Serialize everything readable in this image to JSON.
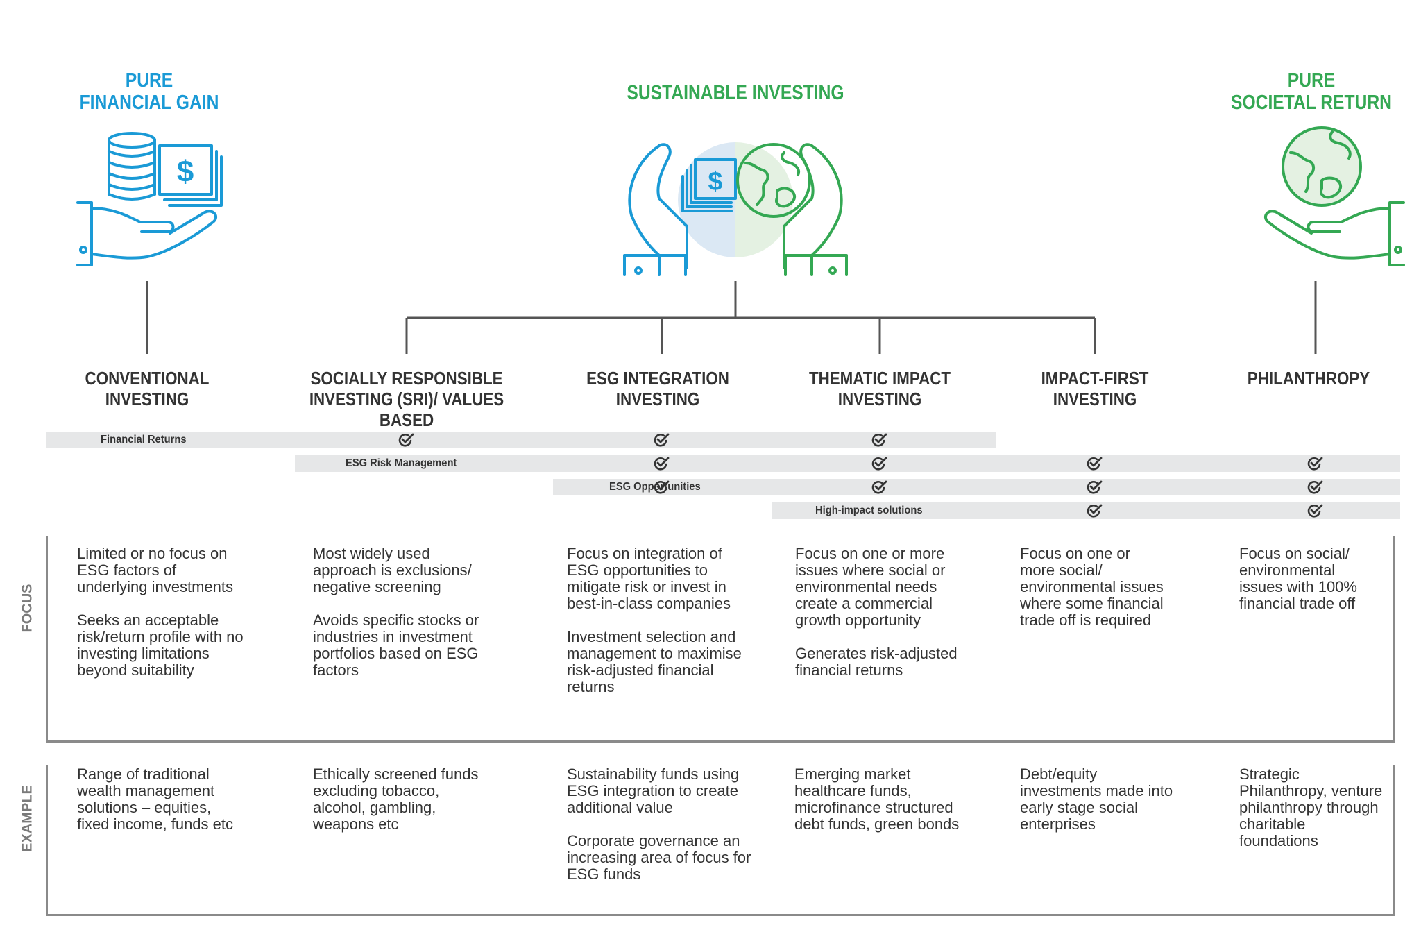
{
  "headers": {
    "left": [
      "PURE",
      "FINANCIAL GAIN"
    ],
    "center": "SUSTAINABLE INVESTING",
    "right": [
      "PURE",
      "SOCIETAL RETURN"
    ]
  },
  "colors": {
    "blue": "#1a9ad6",
    "green": "#34a853",
    "bar": "#e6e7e8",
    "line": "#555555"
  },
  "icons": {
    "left": "money-in-hand-icon",
    "center": "hands-holding-money-and-globe-icon",
    "right": "globe-in-hand-icon",
    "check": "check-mark-icon"
  },
  "categories": [
    [
      "CONVENTIONAL",
      "INVESTING"
    ],
    [
      "SOCIALLY RESPONSIBLE",
      "INVESTING (SRI)/ VALUES BASED"
    ],
    [
      "ESG INTEGRATION",
      "INVESTING"
    ],
    [
      "THEMATIC IMPACT",
      "INVESTING"
    ],
    [
      "IMPACT-FIRST",
      "INVESTING"
    ],
    [
      "PHILANTHROPY"
    ]
  ],
  "bars": [
    {
      "label": "Financial Returns",
      "checks": [
        false,
        true,
        true,
        true,
        false,
        false
      ]
    },
    {
      "label": "ESG Risk Management",
      "checks": [
        false,
        false,
        true,
        true,
        true,
        true
      ]
    },
    {
      "label": "ESG Opportunities",
      "checks": [
        false,
        false,
        true,
        true,
        true,
        true
      ]
    },
    {
      "label": "High-impact solutions",
      "checks": [
        false,
        false,
        false,
        false,
        true,
        true
      ]
    }
  ],
  "sections": {
    "focus": "FOCUS",
    "example": "EXAMPLE"
  },
  "focus": [
    [
      "Limited or no focus on ESG factors of underlying investments",
      "Seeks an acceptable risk/return profile with no investing limitations beyond suitability"
    ],
    [
      "Most widely used approach is exclusions/ negative screening",
      "Avoids specific stocks or industries in investment portfolios based on ESG factors"
    ],
    [
      "Focus on integration of ESG opportunities to mitigate risk or invest in best-in-class companies",
      "Investment selection and management to maximise risk-adjusted financial returns"
    ],
    [
      "Focus on one or more issues where social or environmental needs create a commercial growth opportunity",
      "Generates risk-adjusted financial returns"
    ],
    [
      "Focus on one or more social/ environmental issues where some financial trade off is required"
    ],
    [
      "Focus on social/ environmental issues with 100% financial trade off"
    ]
  ],
  "example": [
    [
      "Range of traditional wealth management solutions – equities, fixed income, funds etc"
    ],
    [
      "Ethically screened funds excluding tobacco, alcohol, gambling, weapons etc"
    ],
    [
      "Sustainability funds using ESG integration to create additional value",
      "Corporate governance an increasing area of focus for ESG funds"
    ],
    [
      "Emerging market healthcare funds, microfinance structured debt funds, green bonds"
    ],
    [
      "Debt/equity investments made into early stage social enterprises"
    ],
    [
      "Strategic Philanthropy, venture philanthropy through charitable foundations"
    ]
  ]
}
